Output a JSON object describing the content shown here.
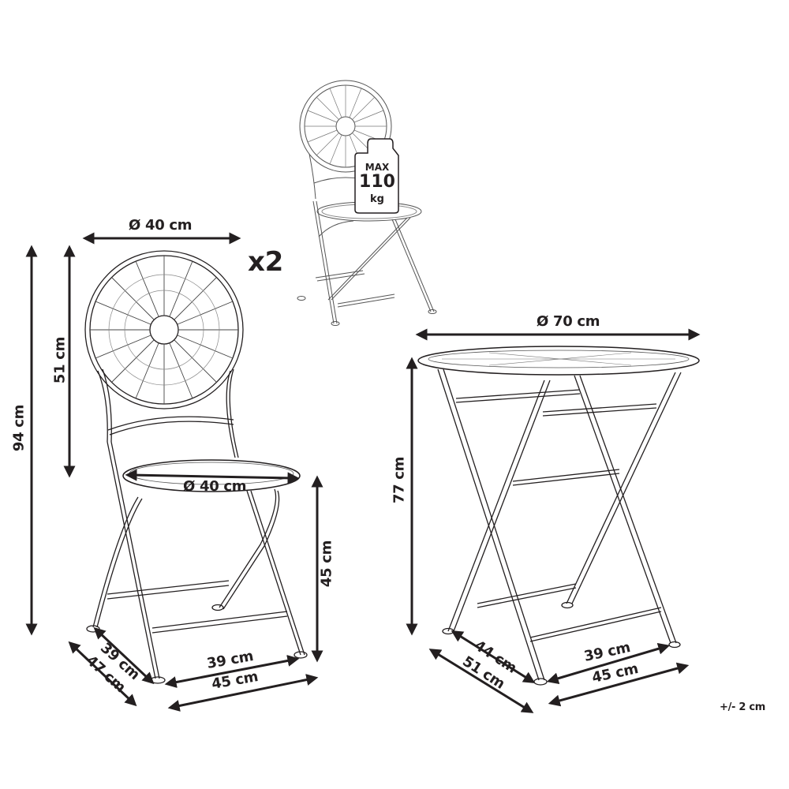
{
  "diagram": {
    "chair": {
      "backrest_diameter": "Ø 40 cm",
      "total_height": "94 cm",
      "backrest_height": "51 cm",
      "seat_diameter": "Ø 40 cm",
      "seat_height": "45 cm",
      "depth_inner": "39 cm",
      "depth_outer": "47 cm",
      "width_inner": "39 cm",
      "width_outer": "45 cm",
      "quantity": "x2"
    },
    "load_badge": {
      "line1": "MAX",
      "line2": "110",
      "line3": "kg"
    },
    "table": {
      "top_diameter": "Ø 70 cm",
      "height": "77 cm",
      "depth_inner": "44 cm",
      "depth_outer": "51 cm",
      "width_inner": "39 cm",
      "width_outer": "45 cm"
    },
    "tolerance": "+/- 2 cm",
    "colors": {
      "ink": "#231f20",
      "line": "#3a3a3a",
      "background": "#ffffff"
    }
  }
}
